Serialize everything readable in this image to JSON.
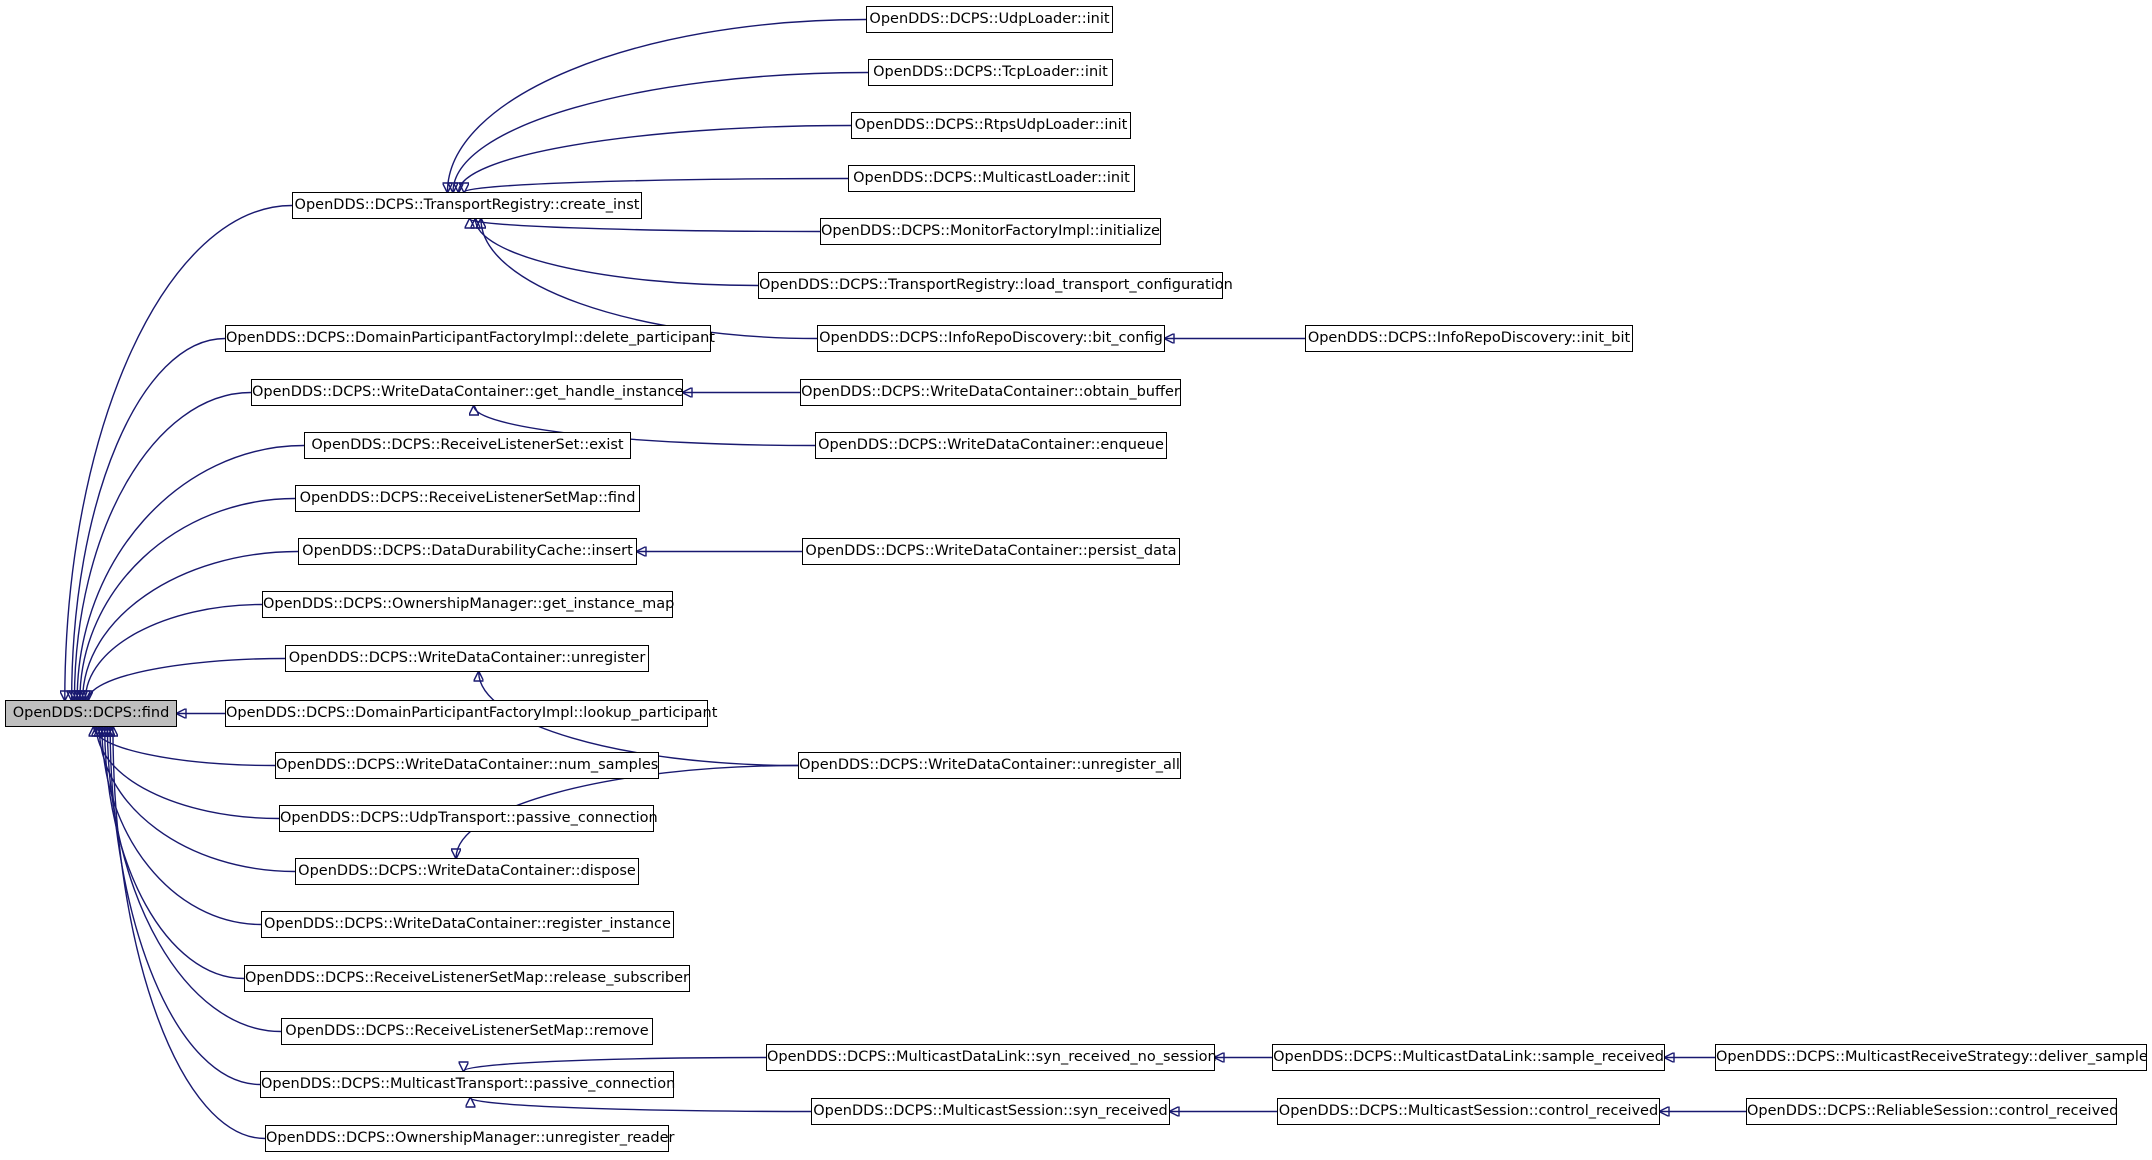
{
  "colors": {
    "edge": "#191970",
    "node_border": "#000000",
    "node_fill": "#ffffff",
    "root_fill": "#bfbfbf"
  },
  "nodes": {
    "find": "OpenDDS::DCPS::find",
    "udp_loader_init": "OpenDDS::DCPS::UdpLoader::init",
    "tcp_loader_init": "OpenDDS::DCPS::TcpLoader::init",
    "rtps_loader_init": "OpenDDS::DCPS::RtpsUdpLoader::init",
    "multicast_loader_init": "OpenDDS::DCPS::MulticastLoader::init",
    "create_inst": "OpenDDS::DCPS::TransportRegistry::create_inst",
    "monitor_initialize": "OpenDDS::DCPS::MonitorFactoryImpl::initialize",
    "load_transport_configuration": "OpenDDS::DCPS::TransportRegistry::load_transport_configuration",
    "bit_config": "OpenDDS::DCPS::InfoRepoDiscovery::bit_config",
    "init_bit": "OpenDDS::DCPS::InfoRepoDiscovery::init_bit",
    "delete_participant": "OpenDDS::DCPS::DomainParticipantFactoryImpl::delete_participant",
    "get_handle_instance": "OpenDDS::DCPS::WriteDataContainer::get_handle_instance",
    "obtain_buffer": "OpenDDS::DCPS::WriteDataContainer::obtain_buffer",
    "rls_exist": "OpenDDS::DCPS::ReceiveListenerSet::exist",
    "enqueue": "OpenDDS::DCPS::WriteDataContainer::enqueue",
    "rlsm_find": "OpenDDS::DCPS::ReceiveListenerSetMap::find",
    "ddc_insert": "OpenDDS::DCPS::DataDurabilityCache::insert",
    "persist_data": "OpenDDS::DCPS::WriteDataContainer::persist_data",
    "get_instance_map": "OpenDDS::DCPS::OwnershipManager::get_instance_map",
    "unregister": "OpenDDS::DCPS::WriteDataContainer::unregister",
    "lookup_participant": "OpenDDS::DCPS::DomainParticipantFactoryImpl::lookup_participant",
    "num_samples": "OpenDDS::DCPS::WriteDataContainer::num_samples",
    "unregister_all": "OpenDDS::DCPS::WriteDataContainer::unregister_all",
    "udp_passive_connection": "OpenDDS::DCPS::UdpTransport::passive_connection",
    "dispose": "OpenDDS::DCPS::WriteDataContainer::dispose",
    "register_instance": "OpenDDS::DCPS::WriteDataContainer::register_instance",
    "release_subscriber": "OpenDDS::DCPS::ReceiveListenerSetMap::release_subscriber",
    "rlsm_remove": "OpenDDS::DCPS::ReceiveListenerSetMap::remove",
    "syn_received_no_session": "OpenDDS::DCPS::MulticastDataLink::syn_received_no_session",
    "sample_received": "OpenDDS::DCPS::MulticastDataLink::sample_received",
    "deliver_sample": "OpenDDS::DCPS::MulticastReceiveStrategy::deliver_sample",
    "mc_passive_connection": "OpenDDS::DCPS::MulticastTransport::passive_connection",
    "syn_received": "OpenDDS::DCPS::MulticastSession::syn_received",
    "control_received": "OpenDDS::DCPS::MulticastSession::control_received",
    "reliable_control_received": "OpenDDS::DCPS::ReliableSession::control_received",
    "om_unregister_reader": "OpenDDS::DCPS::OwnershipManager::unregister_reader"
  },
  "edges": [
    [
      "find",
      "create_inst"
    ],
    [
      "find",
      "delete_participant"
    ],
    [
      "find",
      "get_handle_instance"
    ],
    [
      "find",
      "rls_exist"
    ],
    [
      "find",
      "rlsm_find"
    ],
    [
      "find",
      "ddc_insert"
    ],
    [
      "find",
      "get_instance_map"
    ],
    [
      "find",
      "unregister"
    ],
    [
      "find",
      "lookup_participant"
    ],
    [
      "find",
      "num_samples"
    ],
    [
      "find",
      "udp_passive_connection"
    ],
    [
      "find",
      "dispose"
    ],
    [
      "find",
      "register_instance"
    ],
    [
      "find",
      "release_subscriber"
    ],
    [
      "find",
      "rlsm_remove"
    ],
    [
      "find",
      "mc_passive_connection"
    ],
    [
      "find",
      "om_unregister_reader"
    ],
    [
      "create_inst",
      "udp_loader_init"
    ],
    [
      "create_inst",
      "tcp_loader_init"
    ],
    [
      "create_inst",
      "rtps_loader_init"
    ],
    [
      "create_inst",
      "multicast_loader_init"
    ],
    [
      "create_inst",
      "monitor_initialize"
    ],
    [
      "create_inst",
      "load_transport_configuration"
    ],
    [
      "create_inst",
      "bit_config"
    ],
    [
      "bit_config",
      "init_bit"
    ],
    [
      "get_handle_instance",
      "obtain_buffer"
    ],
    [
      "get_handle_instance",
      "enqueue"
    ],
    [
      "ddc_insert",
      "persist_data"
    ],
    [
      "unregister",
      "unregister_all"
    ],
    [
      "dispose",
      "unregister_all"
    ],
    [
      "mc_passive_connection",
      "syn_received_no_session"
    ],
    [
      "mc_passive_connection",
      "syn_received"
    ],
    [
      "syn_received_no_session",
      "sample_received"
    ],
    [
      "sample_received",
      "deliver_sample"
    ],
    [
      "syn_received",
      "control_received"
    ],
    [
      "control_received",
      "reliable_control_received"
    ]
  ]
}
